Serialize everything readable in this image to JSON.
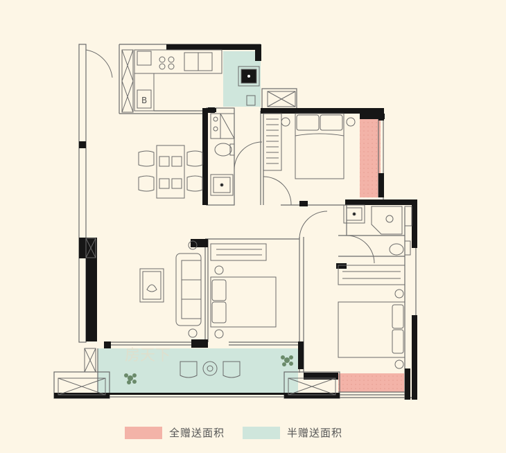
{
  "colors": {
    "background": "#fdf6e6",
    "wall": "#161616",
    "thin_line": "#6a6a6a",
    "full_gift_area": "#f3b3a8",
    "half_gift_area": "#cfe6dc",
    "plant": "#6a8a6a"
  },
  "legend": [
    {
      "label": "全赠送面积",
      "color": "#f3b3a8"
    },
    {
      "label": "半赠送面积",
      "color": "#cfe6dc"
    }
  ],
  "watermark": "房天下"
}
